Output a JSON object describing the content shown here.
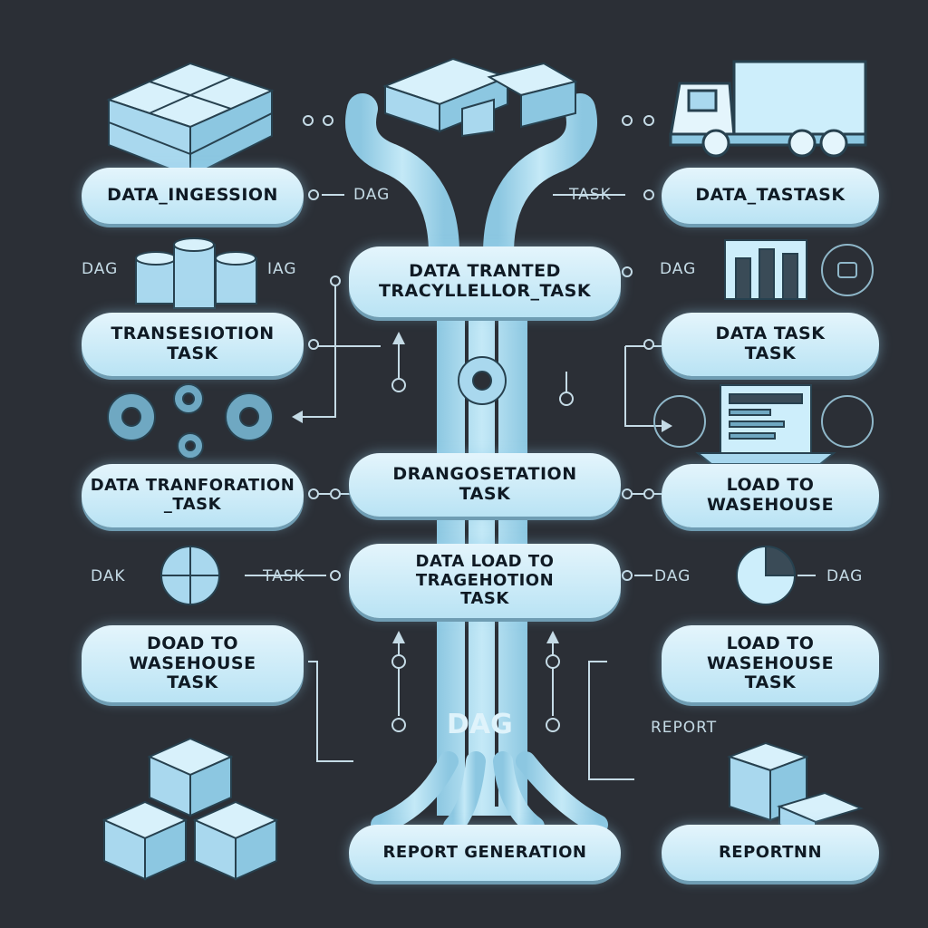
{
  "colors": {
    "background": "#2b2f36",
    "node_fill": "#cdeefb",
    "node_border": "#6f9db3",
    "trunk": "#a9d8ee",
    "line": "#c5dbe6"
  },
  "nodes": {
    "data_ingestion": [
      "DATA_INGESSION"
    ],
    "data_tastask": [
      "DATA_TASTASK"
    ],
    "data_trnated": [
      "DATA TRANTED",
      "TRACYLLELLOR_TASK"
    ],
    "transesiotion": [
      "TRANSESIOTION",
      "TASK"
    ],
    "data_task_task": [
      "DATA TASK",
      "TASK"
    ],
    "data_tranforation": [
      "DATA TRANFORATION",
      "_TASK"
    ],
    "drangosetation": [
      "DRANGOSETATION",
      "TASK"
    ],
    "load_to_wasehouse_right": [
      "LOAD TO",
      "WASEHOUSE"
    ],
    "data_load_to": [
      "DATA LOAD TO",
      "TRAGEHOTION",
      "TASK"
    ],
    "doad_to_wasehouse": [
      "DOAD TO",
      "WASEHOUSE",
      "TASK"
    ],
    "load_to_wasehouse_task": [
      "LOAD TO",
      "WASEHOUSE",
      "TASK"
    ],
    "report_generation": [
      "REPORT GENERATION"
    ],
    "reportnn": [
      "REPORTNN"
    ]
  },
  "labels": {
    "dag_top_mid": "DAG",
    "task_top_right": "TASK",
    "dag_left_row3": "DAG",
    "iag_left_row3": "IAG",
    "dag_right_row3": "DAG",
    "dak_left_row6": "DAK",
    "task_left_row6": "TASK",
    "dag_right_row6_a": "DAG",
    "dag_right_row6_b": "DAG",
    "report_right": "REPORT",
    "center_title": "DAG"
  },
  "icons": [
    "stacked-boxes-icon",
    "server-stack-icon",
    "delivery-truck-icon",
    "database-cylinders-icon",
    "bar-chart-icon",
    "gear-icon",
    "laptop-table-icon",
    "target-icon",
    "pie-chart-icon",
    "warehouse-boxes-icon"
  ]
}
